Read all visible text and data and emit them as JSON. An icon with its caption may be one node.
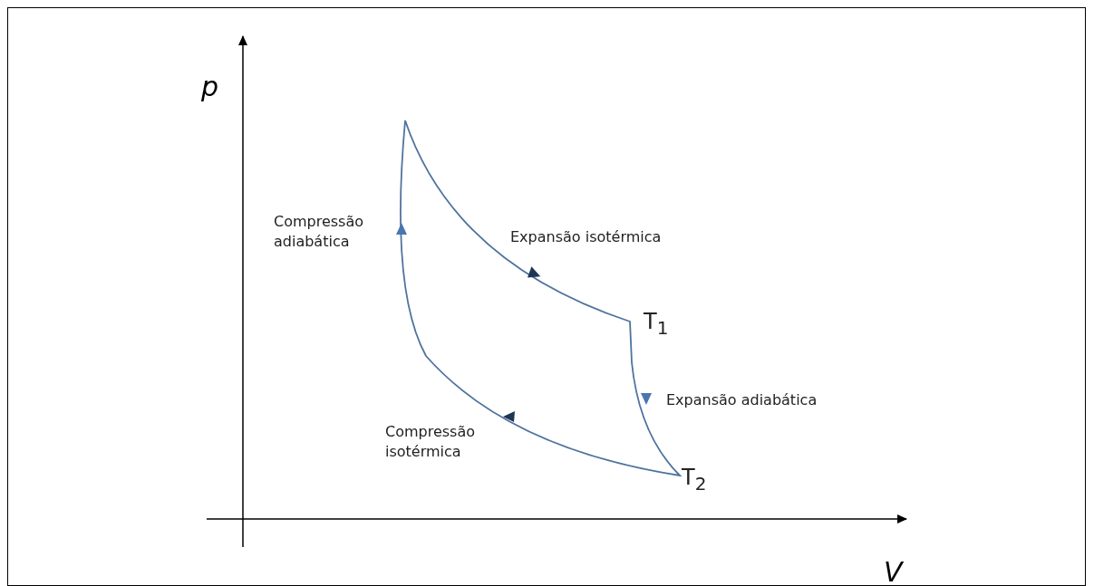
{
  "diagram": {
    "labels": [
      "p",
      "Compressão adiabática",
      "Expansão isotérmica",
      "T$_{1}$",
      "Expansão adiabática",
      "Compressão isotérmica",
      "T$_{2}$",
      "V"
    ]
  }
}
